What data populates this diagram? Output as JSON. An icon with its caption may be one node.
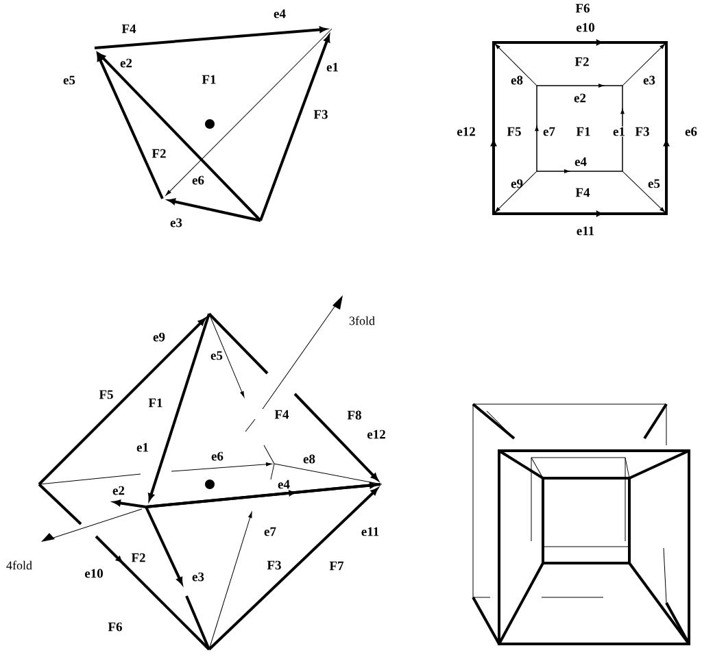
{
  "diagram": {
    "labels": [
      "F4",
      "e4",
      "e2",
      "e5",
      "F1",
      "e1",
      "F3",
      "F2",
      "e6",
      "e3",
      "F6",
      "e10",
      "F2",
      "e8",
      "e3",
      "e2",
      "e12",
      "F5",
      "e7",
      "F1",
      "e1",
      "F3",
      "e6",
      "e4",
      "e9",
      "e5",
      "F4",
      "e11",
      "3fold",
      "e9",
      "e5",
      "F5",
      "F1",
      "F4",
      "F8",
      "e1",
      "e6",
      "e8",
      "e12",
      "e2",
      "e4",
      "e7",
      "e11",
      "4fold",
      "F2",
      "e10",
      "e3",
      "F3",
      "F7",
      "F6"
    ]
  }
}
